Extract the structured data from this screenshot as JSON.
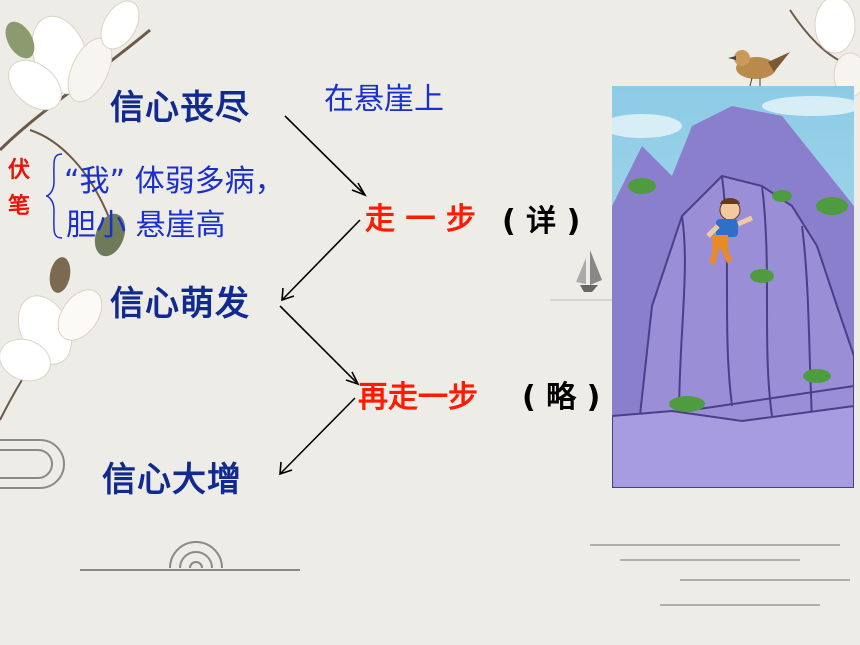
{
  "flow": {
    "stage1": "信心丧尽",
    "stage2": "信心萌发",
    "stage3": "信心大增"
  },
  "setting": "在悬崖上",
  "foreshadow": {
    "label_char1": "伏",
    "label_char2": "笔",
    "line1": "“我” 体弱多病，",
    "line2": "胆小 悬崖高"
  },
  "steps": {
    "step1": "走 一 步",
    "step1_note": "( 详 )",
    "step2": "再走一步",
    "step2_note": "( 略 )"
  },
  "colors": {
    "dark_blue": "#102a90",
    "blue": "#1a2fd0",
    "red": "#ff1a00",
    "cliff": "#9a8ed6",
    "sky": "#a9d8ec"
  },
  "illustration": "boy-climbing-cliff"
}
